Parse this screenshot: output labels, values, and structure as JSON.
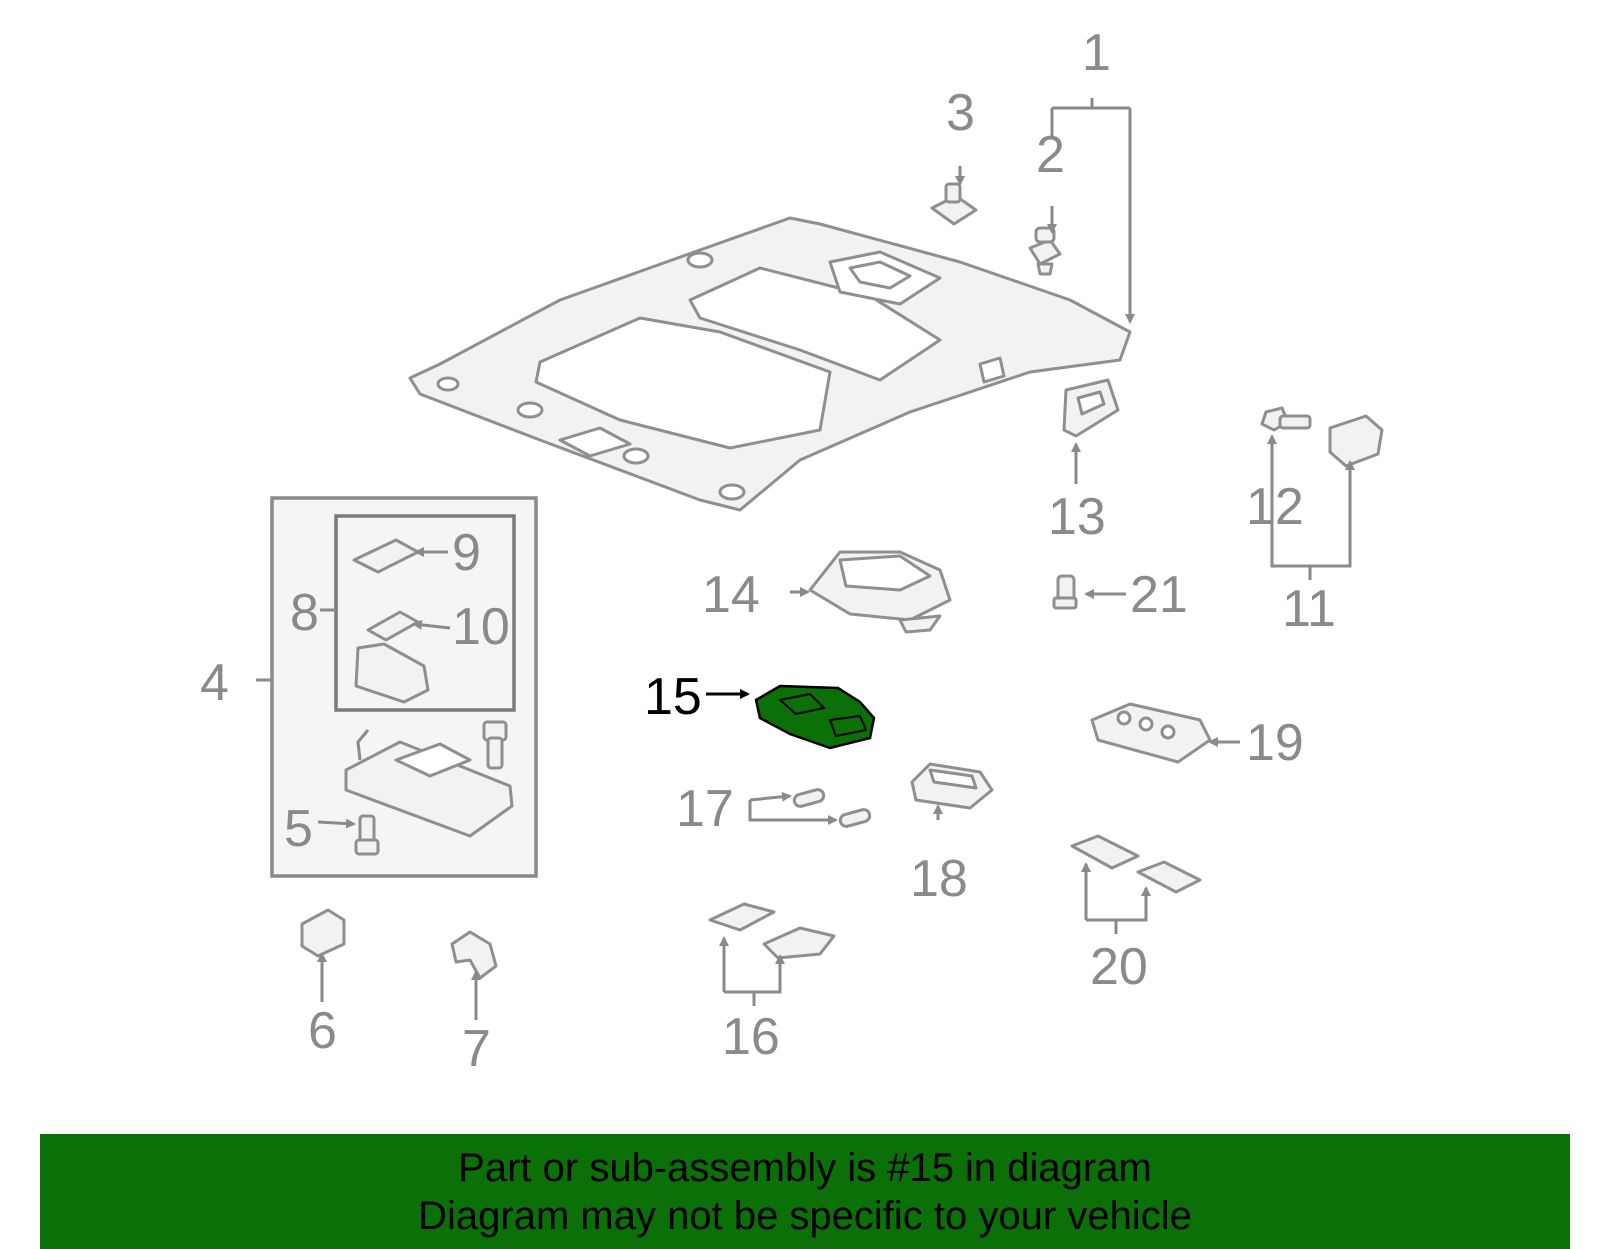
{
  "diagram": {
    "callouts": [
      "1",
      "2",
      "3",
      "4",
      "5",
      "6",
      "7",
      "8",
      "9",
      "10",
      "11",
      "12",
      "13",
      "14",
      "15",
      "16",
      "17",
      "18",
      "19",
      "20",
      "21"
    ],
    "highlighted_part": "15",
    "highlight_color": "#0c7008",
    "line_color": "#8a8a8a"
  },
  "banner": {
    "line1": "Part or sub-assembly is #15 in diagram",
    "line2": "Diagram may not be specific to your vehicle",
    "background": "#0c7008"
  }
}
